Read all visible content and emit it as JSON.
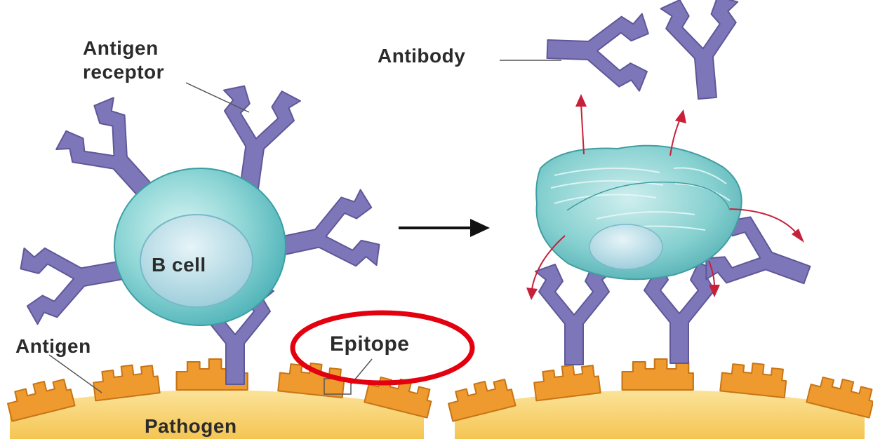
{
  "labels": {
    "antigen_receptor_line1": "Antigen",
    "antigen_receptor_line2": "receptor",
    "b_cell": "B cell",
    "antigen": "Antigen",
    "epitope": "Epitope",
    "pathogen": "Pathogen",
    "antibody": "Antibody"
  },
  "colors": {
    "pathogen": "#f7c95a",
    "antigen": "#ef9a2f",
    "receptor": "#7d76b8",
    "b_cell": "#7fd0d2",
    "nucleus": "#a9dde6",
    "highlight_ring": "#e3000f",
    "secretion_arrow": "#c8203a"
  }
}
